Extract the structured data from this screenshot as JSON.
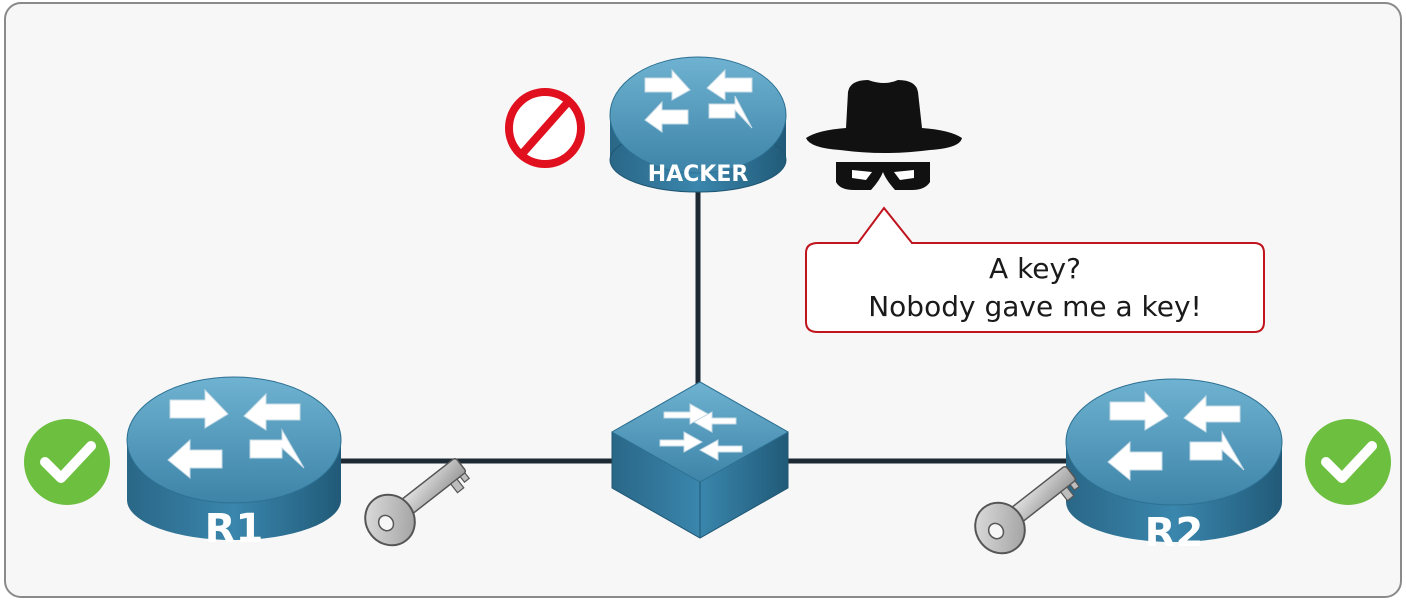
{
  "nodes": {
    "hacker": {
      "label": "HACKER",
      "icon": "router-icon",
      "status_icon": "prohibited-icon"
    },
    "r1": {
      "label": "R1",
      "icon": "router-icon",
      "status_icon": "check-icon",
      "key_icon": "key-icon"
    },
    "r2": {
      "label": "R2",
      "icon": "router-icon",
      "status_icon": "check-icon",
      "key_icon": "key-icon"
    },
    "switch": {
      "icon": "switch-icon"
    }
  },
  "speech_bubble": {
    "line1": "A key?",
    "line2": "Nobody gave me a key!",
    "speaker_icon": "spy-icon"
  },
  "colors": {
    "router_top": "#4a95b8",
    "router_side": "#2b6f92",
    "link": "#1e2a33",
    "check": "#6cbf3f",
    "prohibited": "#e0101e",
    "bubble_border": "#c0141e",
    "frame_border": "#8a8a8a",
    "key": "#c8c8c8"
  }
}
